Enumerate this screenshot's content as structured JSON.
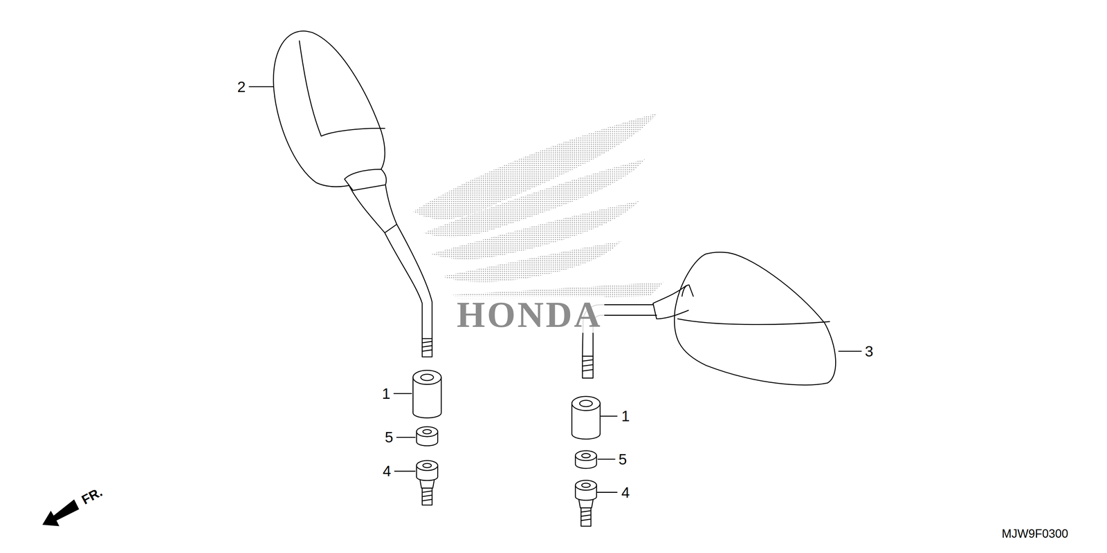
{
  "diagram": {
    "labels": [
      "2",
      "1",
      "5",
      "4",
      "3",
      "1",
      "5",
      "4",
      "FR.",
      "MJW9F0300",
      "HONDA"
    ]
  }
}
